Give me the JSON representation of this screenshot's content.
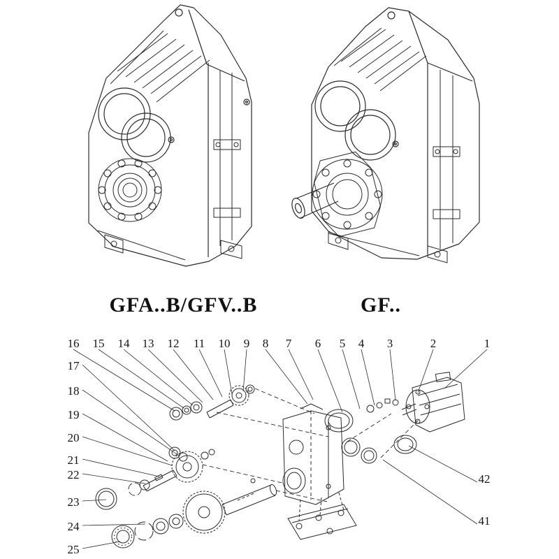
{
  "page": {
    "background": "#ffffff",
    "line_color": "#2a2a2a"
  },
  "figures": {
    "left": {
      "label": "GFA..B/GFV..B"
    },
    "right": {
      "label": "GF.."
    }
  },
  "exploded_view": {
    "top_row_numbers": [
      "16",
      "15",
      "14",
      "13",
      "12",
      "11",
      "10",
      "9",
      "8",
      "7",
      "6",
      "5",
      "4",
      "3",
      "2",
      "1"
    ],
    "left_column_numbers": [
      "17",
      "18",
      "19",
      "20",
      "21",
      "22",
      "23",
      "24",
      "25"
    ],
    "right_column_numbers": [
      "42",
      "41"
    ]
  }
}
